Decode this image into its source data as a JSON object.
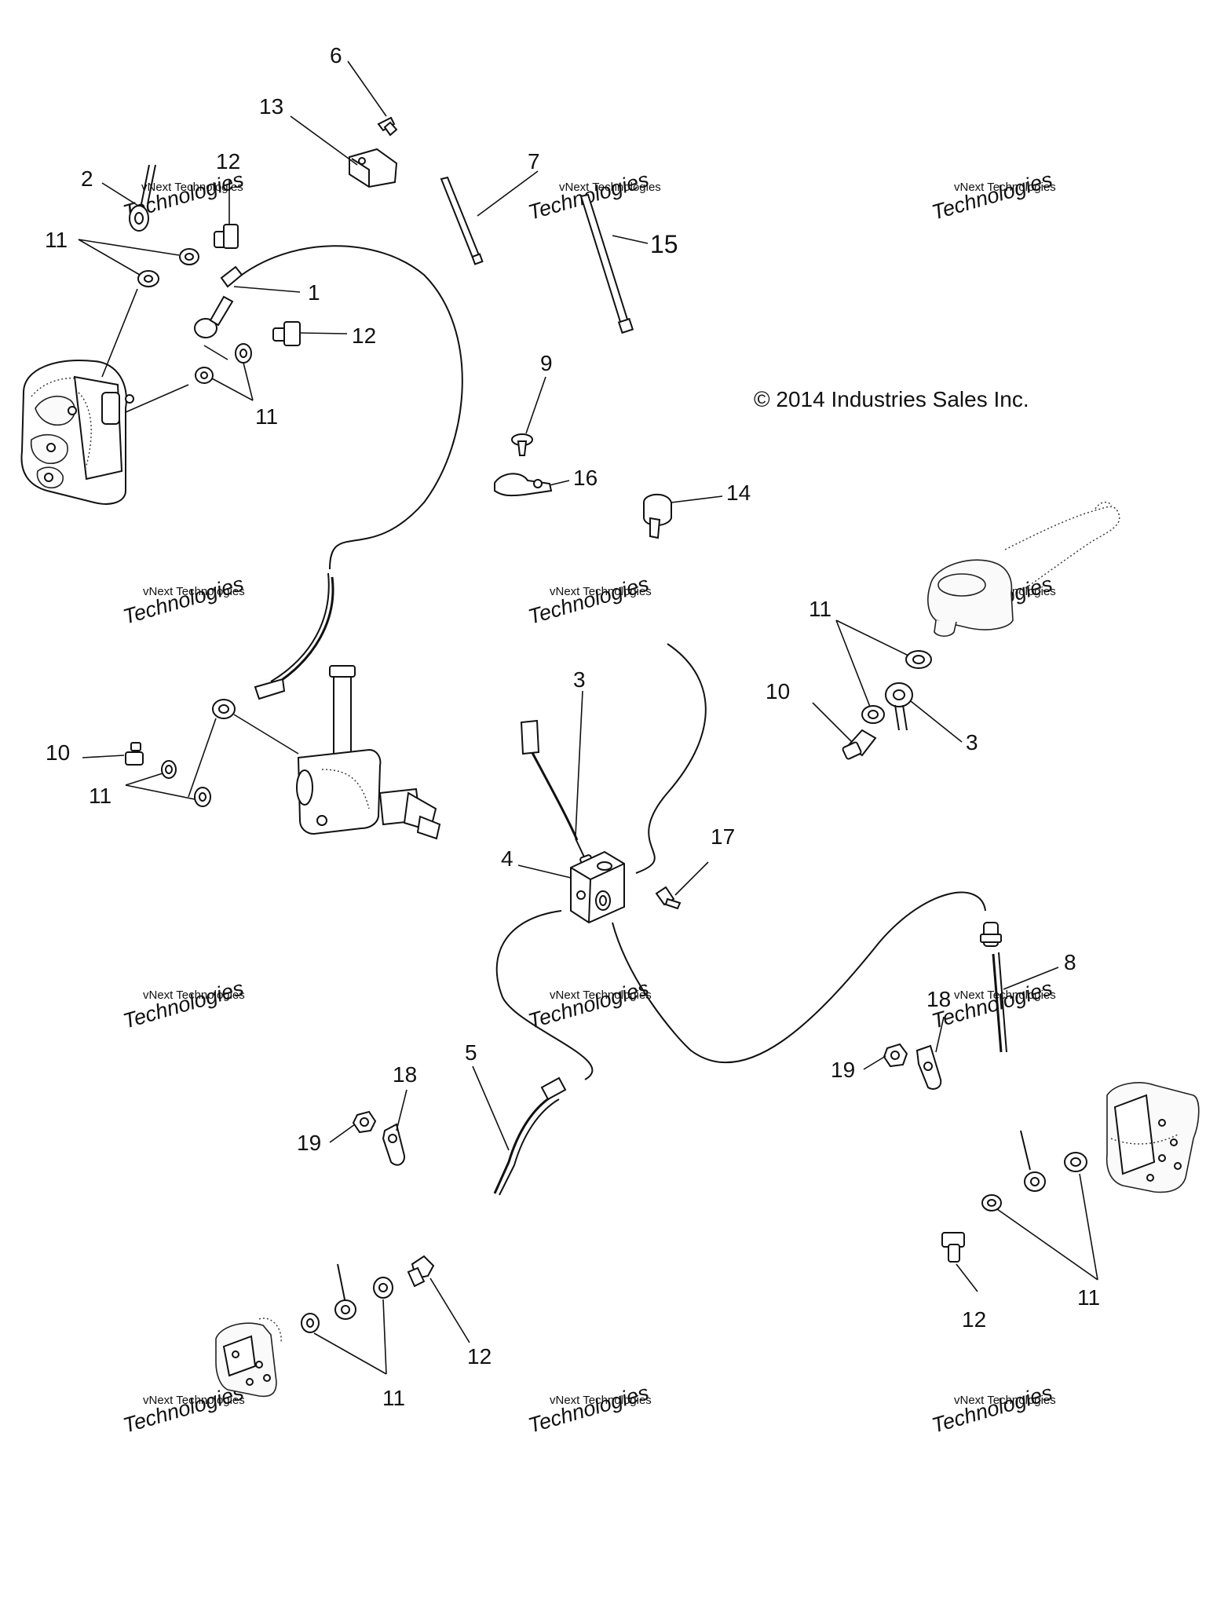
{
  "diagram": {
    "copyright": "© 2014 Industries Sales Inc.",
    "watermark_line1": "vNext Technologies",
    "watermark_line2": "Technologies",
    "callouts": [
      {
        "id": "callout-1",
        "label": "1"
      },
      {
        "id": "callout-2",
        "label": "2"
      },
      {
        "id": "callout-3a",
        "label": "3"
      },
      {
        "id": "callout-3b",
        "label": "3"
      },
      {
        "id": "callout-4",
        "label": "4"
      },
      {
        "id": "callout-5",
        "label": "5"
      },
      {
        "id": "callout-6",
        "label": "6"
      },
      {
        "id": "callout-7",
        "label": "7"
      },
      {
        "id": "callout-8",
        "label": "8"
      },
      {
        "id": "callout-9",
        "label": "9"
      },
      {
        "id": "callout-10a",
        "label": "10"
      },
      {
        "id": "callout-10b",
        "label": "10"
      },
      {
        "id": "callout-11a",
        "label": "11"
      },
      {
        "id": "callout-11b",
        "label": "11"
      },
      {
        "id": "callout-11c",
        "label": "11"
      },
      {
        "id": "callout-11d",
        "label": "11"
      },
      {
        "id": "callout-11e",
        "label": "11"
      },
      {
        "id": "callout-11f",
        "label": "11"
      },
      {
        "id": "callout-12a",
        "label": "12"
      },
      {
        "id": "callout-12b",
        "label": "12"
      },
      {
        "id": "callout-12c",
        "label": "12"
      },
      {
        "id": "callout-12d",
        "label": "12"
      },
      {
        "id": "callout-13",
        "label": "13"
      },
      {
        "id": "callout-14",
        "label": "14"
      },
      {
        "id": "callout-15",
        "label": "15"
      },
      {
        "id": "callout-16",
        "label": "16"
      },
      {
        "id": "callout-17",
        "label": "17"
      },
      {
        "id": "callout-18a",
        "label": "18"
      },
      {
        "id": "callout-18b",
        "label": "18"
      },
      {
        "id": "callout-19a",
        "label": "19"
      },
      {
        "id": "callout-19b",
        "label": "19"
      }
    ]
  }
}
